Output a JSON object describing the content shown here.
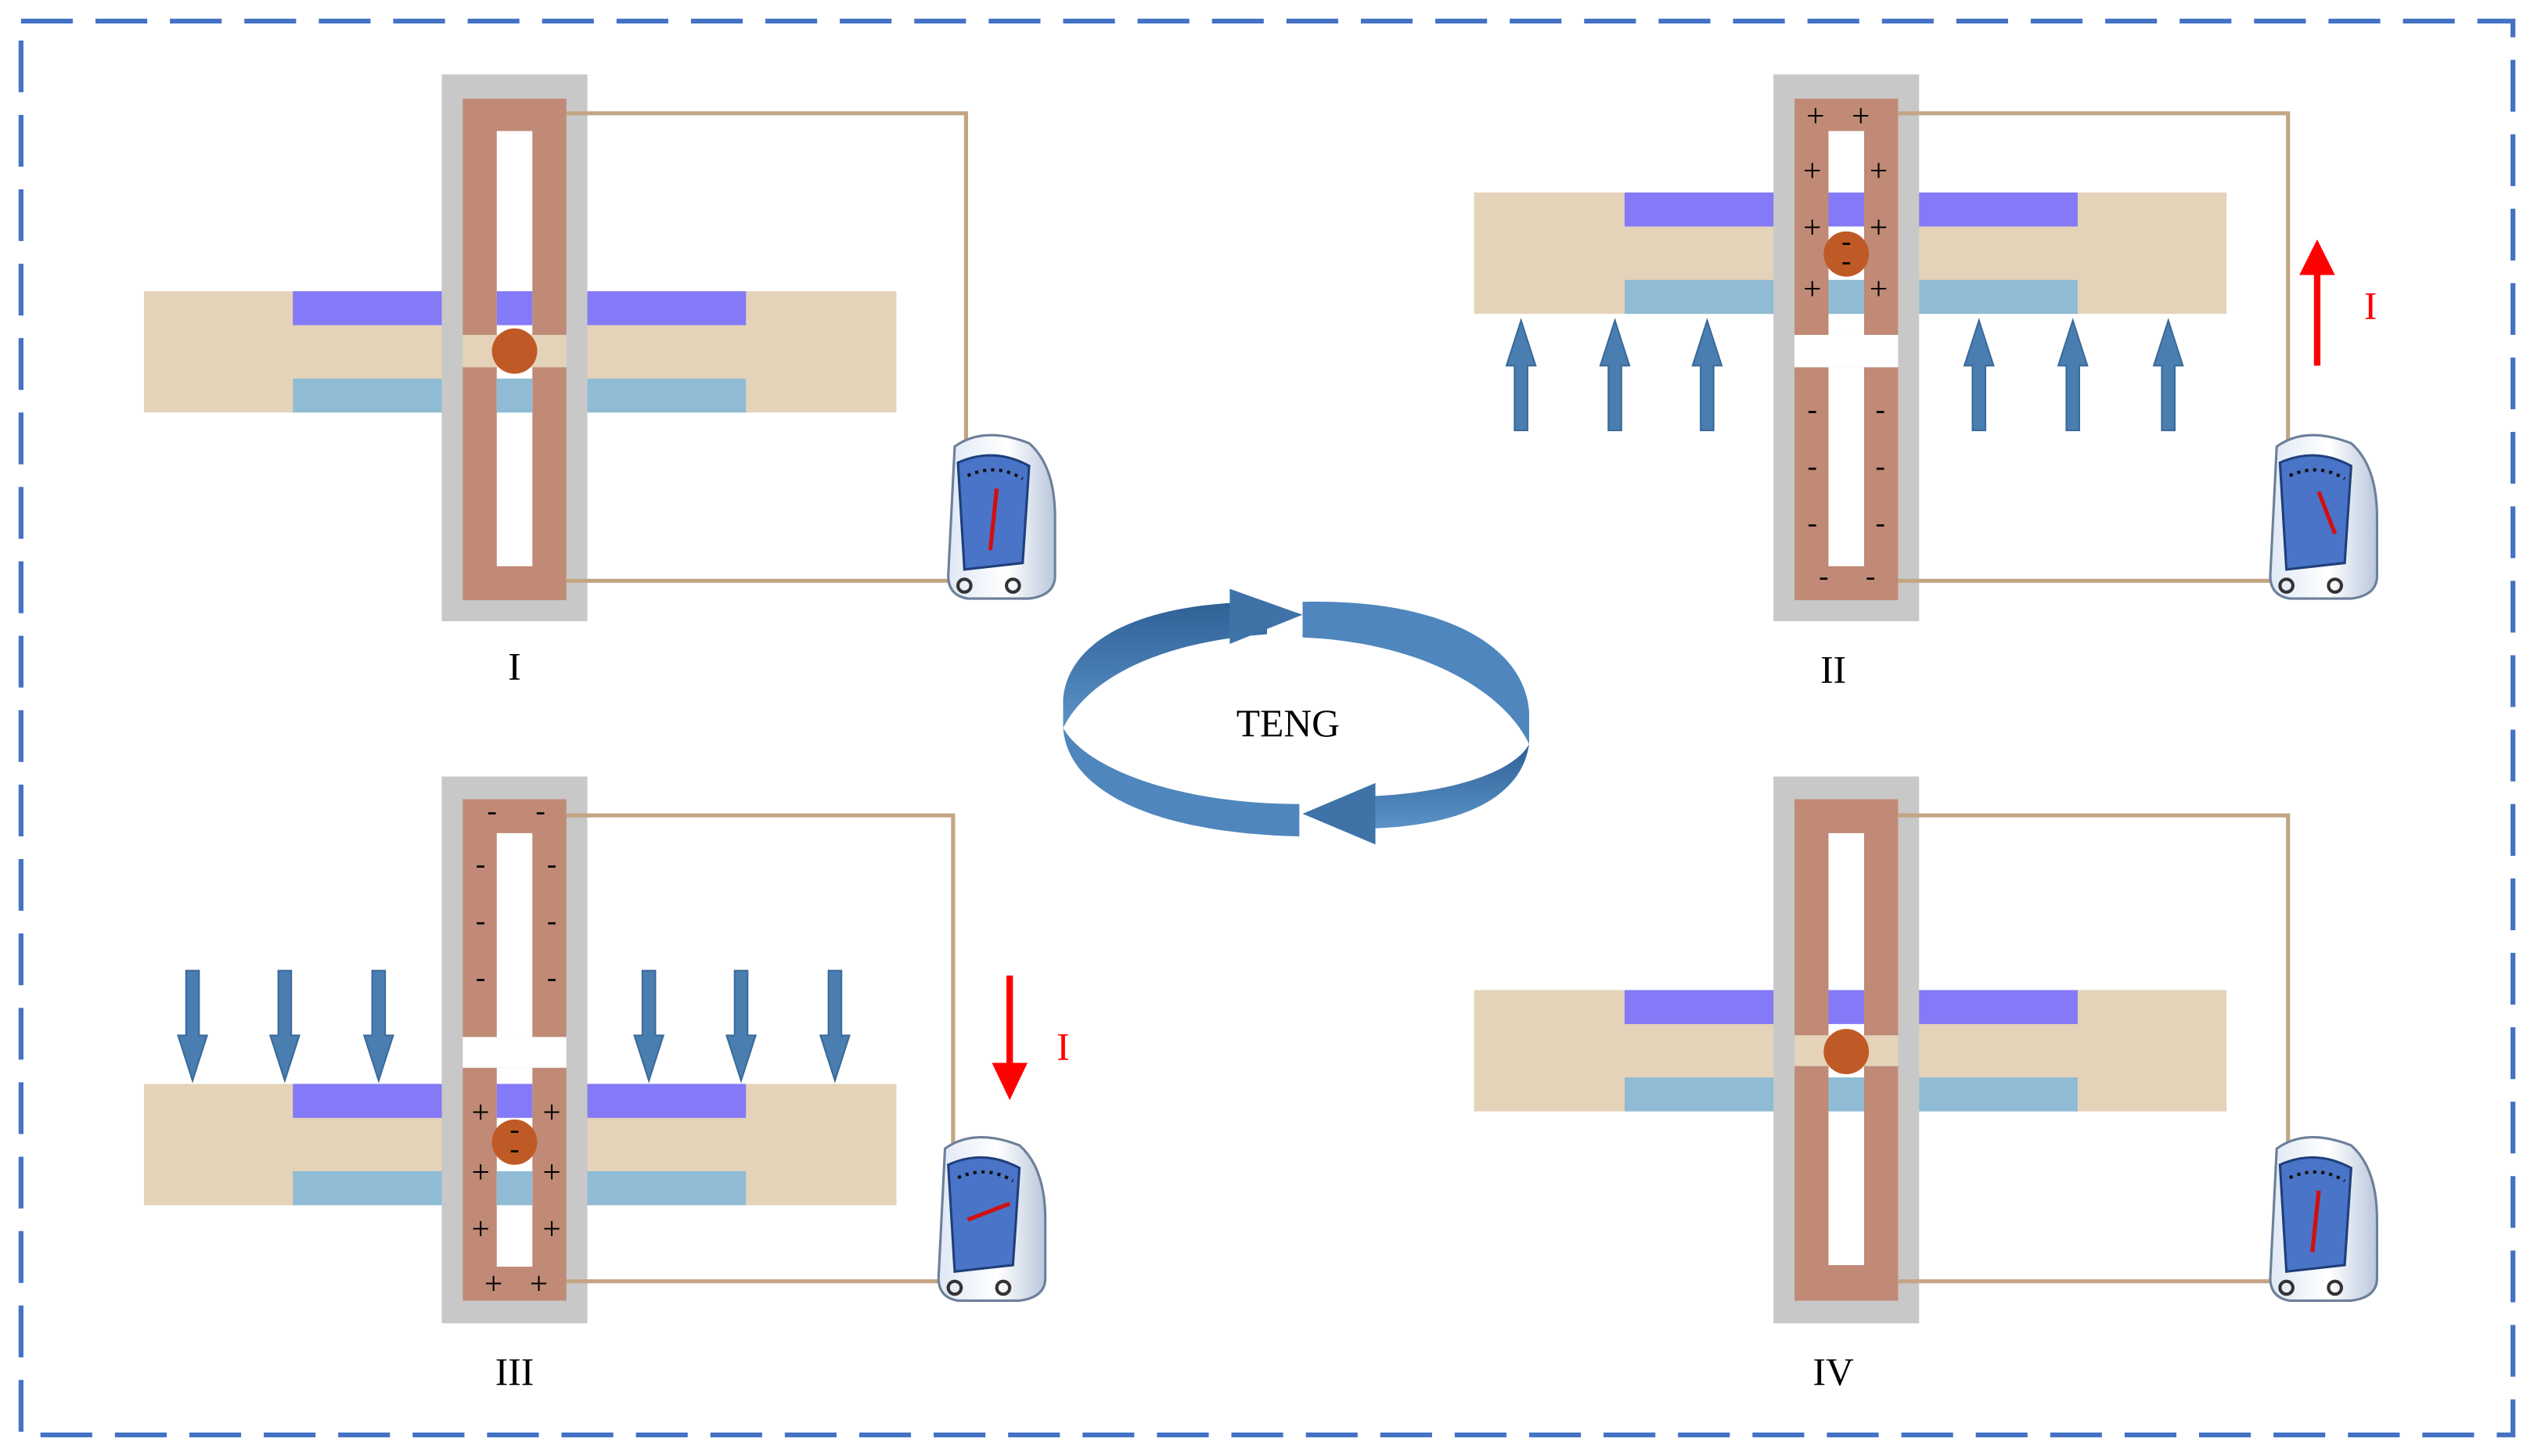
{
  "center": {
    "label": "TENG"
  },
  "panels": [
    {
      "id": "I",
      "label": "I",
      "current_label": ""
    },
    {
      "id": "II",
      "label": "II",
      "current_label": "I"
    },
    {
      "id": "III",
      "label": "III",
      "current_label": "I"
    },
    {
      "id": "IV",
      "label": "IV",
      "current_label": ""
    }
  ],
  "charges": {
    "plus": "+",
    "minus": "-"
  },
  "colors": {
    "frame_border": "#4472c4",
    "housing": "#c8c8c8",
    "electrode": "#c08a76",
    "beam": "#e5d3b9",
    "top_layer": "#8479f6",
    "bottom_layer": "#8fbcd4",
    "ball": "#bf5a26",
    "wire": "#c4a583",
    "force_arrow": "#4a7db0",
    "current_arrow": "#ff0000",
    "cycle_arrow": "#3f73a8"
  },
  "icons": [
    "ammeter-icon",
    "force-arrow-icon",
    "current-arrow-icon",
    "cycle-arrow-icon"
  ]
}
